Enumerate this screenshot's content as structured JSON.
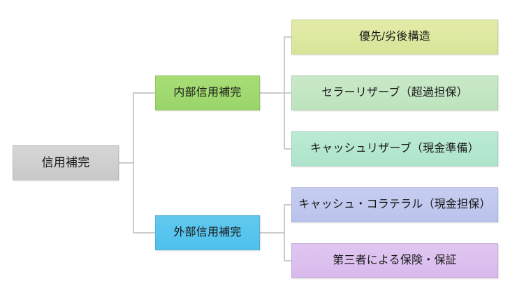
{
  "diagram": {
    "title_text": "信用補完",
    "type": "tree-diagram",
    "root": {
      "id": "credit-enhancement",
      "label": "信用補完",
      "color": "#cfcfcf"
    },
    "branches": [
      {
        "id": "internal",
        "label": "内部信用補完",
        "color": "#a0d970",
        "children": [
          {
            "id": "senior-subordinate",
            "label": "優先/劣後構造",
            "color": "#dde8a0"
          },
          {
            "id": "seller-reserve",
            "label": "セラーリザーブ（超過担保）",
            "color": "#c3e6c3"
          },
          {
            "id": "cash-reserve",
            "label": "キャッシュリザーブ（現金準備）",
            "color": "#b4e7cf"
          }
        ]
      },
      {
        "id": "external",
        "label": "外部信用補完",
        "color": "#4fc1ec",
        "children": [
          {
            "id": "cash-collateral",
            "label": "キャッシュ・コラテラル（現金担保）",
            "color": "#c0c8ee"
          },
          {
            "id": "third-party-insurance",
            "label": "第三者による保険・保証",
            "color": "#dcc0ee"
          }
        ]
      }
    ],
    "connector_color": "#cccccc",
    "background_color": "#ffffff"
  }
}
